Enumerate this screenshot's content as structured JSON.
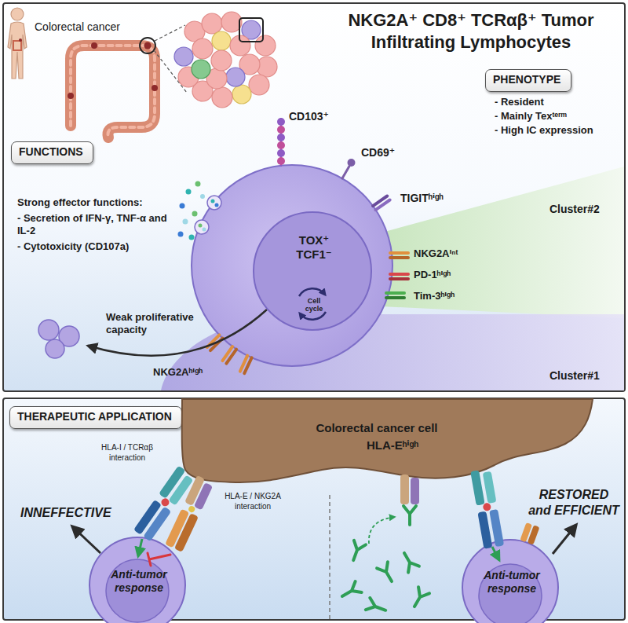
{
  "diagram": {
    "title": "NKG2A⁺ CD8⁺ TCRαβ⁺ Tumor Infiltrating Lymphocytes",
    "nodes": [
      {
        "text": [
          "PHENOTYPE"
        ]
      },
      {
        "text": [
          "FUNCTIONS"
        ]
      },
      {
        "text": [
          "TOX⁺ TCF1⁻",
          "Cell cycle"
        ]
      },
      {
        "text": [
          "THERAPEUTIC APPLICATION"
        ]
      },
      {
        "text": [
          "Colorectal cancer cell",
          "HLA-Eʰⁱᵍʰ"
        ]
      },
      {
        "text": [
          "Anti-tumor response"
        ]
      },
      {
        "text": [
          "Anti-tumor response"
        ]
      }
    ],
    "labels": [
      "Colorectal cancer",
      "CD103⁺",
      "CD69⁺",
      "TIGITʰⁱᵍʰ",
      "- Resident",
      "- Mainly Texᵗᵉʳᵐ",
      "- High IC expression",
      "Strong effector functions:",
      "- Secretion of IFN-γ, TNF-α and IL-2",
      "- Cytotoxicity (CD107a)",
      "Cluster#2",
      "NKG2Aⁱⁿᵗ",
      "PD-1ʰⁱᵍʰ",
      "Tim-3ʰⁱᵍʰ",
      "Weak proliferative capacity",
      "NKG2Aʰⁱᵍʰ",
      "Cluster#1",
      "HLA-I / TCRαβ interaction",
      "HLA-E / NKG2A interaction",
      "INNEFFECTIVE",
      "RESTORED and EFFICIENT"
    ]
  }
}
